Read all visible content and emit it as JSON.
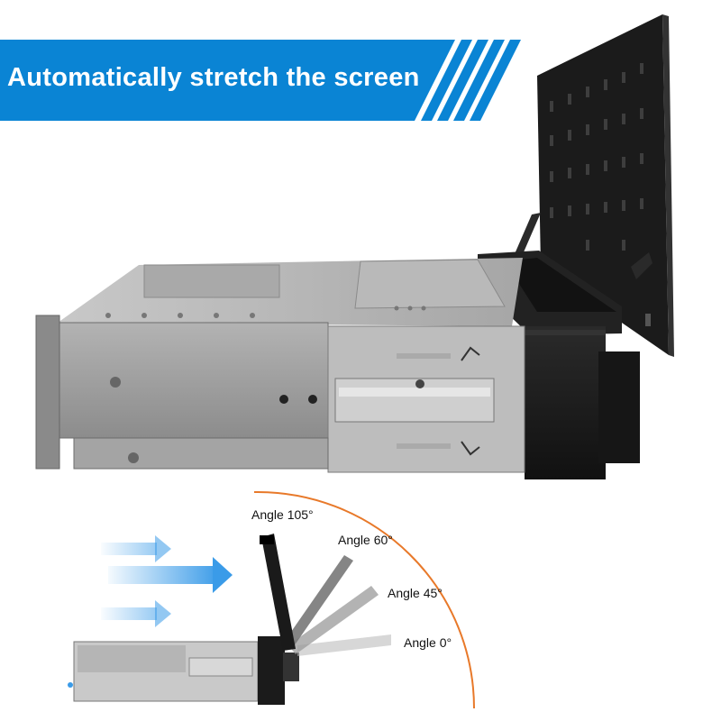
{
  "banner": {
    "title": "Automatically stretch the screen",
    "color": "#0a84d4"
  },
  "angles": {
    "a105": "Angle 105°",
    "a60": "Angle 60°",
    "a45": "Angle 45°",
    "a0": "Angle 0°"
  },
  "colors": {
    "arc": "#e8792a",
    "arrow": "#3a9be8",
    "chassis": "#9a9a9a",
    "panel": "#1e1e1e"
  }
}
